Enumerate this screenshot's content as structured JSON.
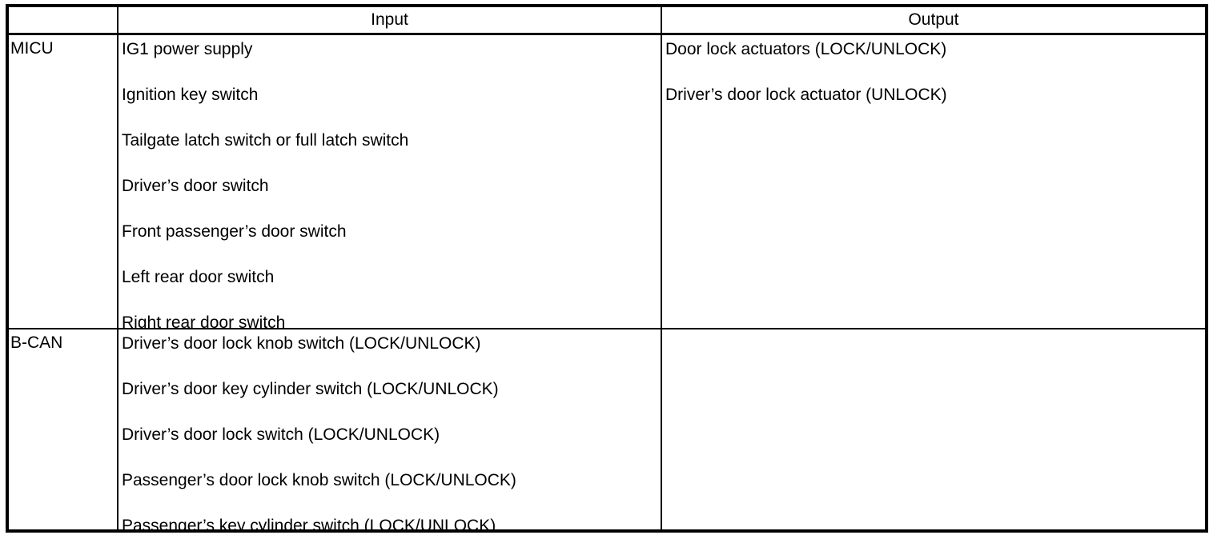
{
  "table": {
    "columns": {
      "corner_header": "",
      "input_header": "Input",
      "output_header": "Output"
    },
    "rows": [
      {
        "label": "MICU",
        "inputs": [
          "IG1 power supply",
          "Ignition key switch",
          "Tailgate latch switch or full latch switch",
          "Driver’s door switch",
          "Front passenger’s door switch",
          "Left rear door switch",
          "Right rear door switch"
        ],
        "outputs": [
          "Door lock actuators (LOCK/UNLOCK)",
          "Driver’s door lock actuator (UNLOCK)"
        ]
      },
      {
        "label": "B-CAN",
        "inputs": [
          "Driver’s door lock knob switch (LOCK/UNLOCK)",
          "Driver’s door key cylinder switch (LOCK/UNLOCK)",
          "Driver’s door lock switch (LOCK/UNLOCK)",
          "Passenger’s door lock knob switch (LOCK/UNLOCK)",
          "Passenger’s key cylinder switch (LOCK/UNLOCK)"
        ],
        "outputs": []
      }
    ]
  },
  "colors": {
    "border": "#000000",
    "background": "#ffffff",
    "text": "#000000"
  }
}
